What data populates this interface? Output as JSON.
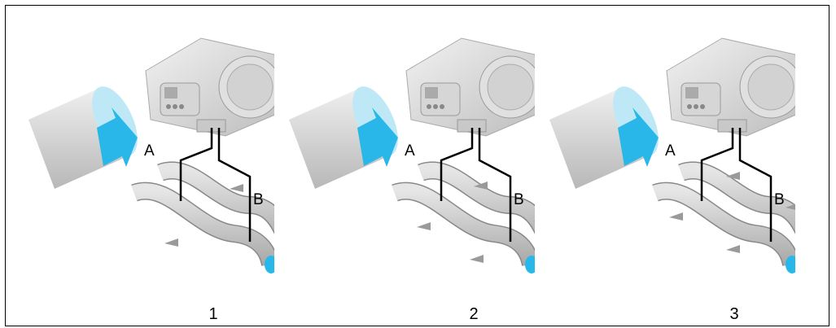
{
  "panels": [
    {
      "number": "1",
      "label_a": "A",
      "label_b": "B"
    },
    {
      "number": "2",
      "label_a": "A",
      "label_b": "B"
    },
    {
      "number": "3",
      "label_a": "A",
      "label_b": "B"
    }
  ],
  "colors": {
    "flow_arrow": "#29b6e8",
    "tube": "#c9c9c9",
    "housing": "#e2e2e2",
    "force_marker": "#9a9a9a"
  },
  "icons": [
    "flow-arrow-icon",
    "transmitter-housing-icon",
    "measuring-tube-icon",
    "coriolis-force-marker-icon"
  ]
}
